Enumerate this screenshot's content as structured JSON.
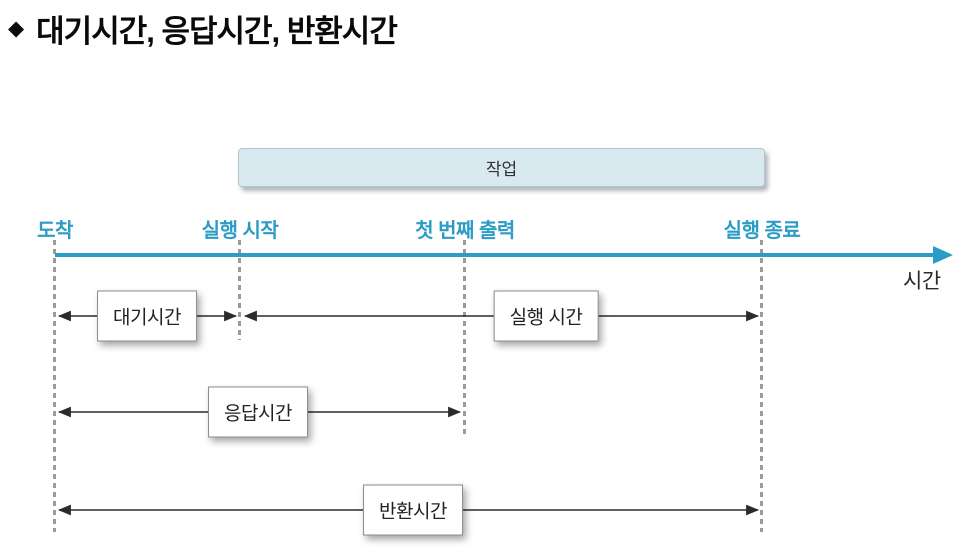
{
  "title": {
    "bullet": "◆",
    "text": "대기시간, 응답시간, 반환시간"
  },
  "job_box": {
    "label": "작업"
  },
  "timeline": {
    "axis_label": "시간",
    "events": [
      {
        "label": "도착"
      },
      {
        "label": "실행 시작"
      },
      {
        "label": "첫 번째 출력"
      },
      {
        "label": "실행 종료"
      }
    ]
  },
  "measurements": [
    {
      "label": "대기시간",
      "from": "도착",
      "to": "실행 시작"
    },
    {
      "label": "실행 시간",
      "from": "실행 시작",
      "to": "실행 종료"
    },
    {
      "label": "응답시간",
      "from": "도착",
      "to": "첫 번째 출력"
    },
    {
      "label": "반환시간",
      "from": "도착",
      "to": "실행 종료"
    }
  ],
  "colors": {
    "accent": "#2a9cc5",
    "job_box_fill": "#d9e9f0",
    "arrow": "#2b2b2b",
    "dotted_line": "#9b9b9b"
  }
}
